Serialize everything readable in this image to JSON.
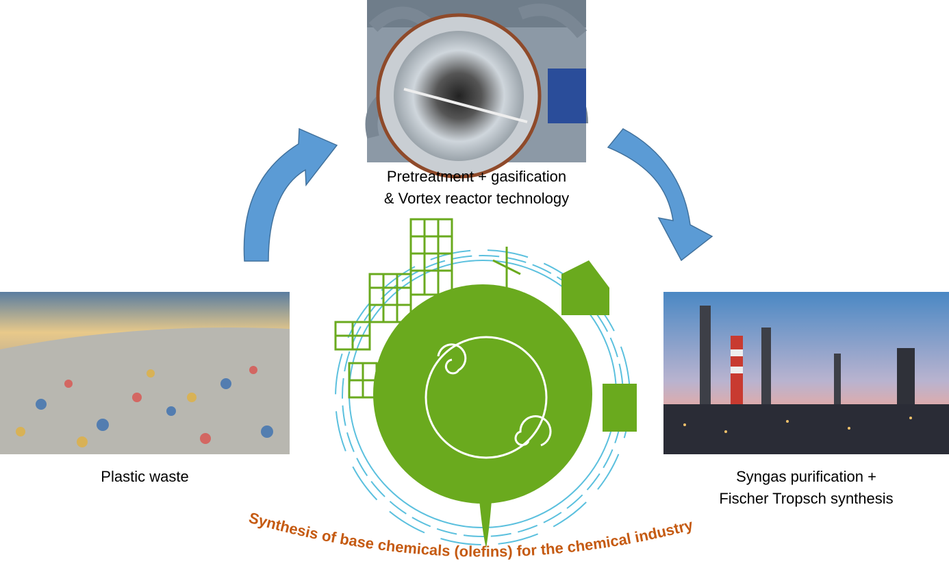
{
  "steps": {
    "top": {
      "line1": "Pretreatment + gasification",
      "line2": "& Vortex reactor technology"
    },
    "left": {
      "line1": "Plastic waste"
    },
    "right": {
      "line1": "Syngas purification +",
      "line2": "Fischer Tropsch synthesis"
    }
  },
  "caption": "Synthesis of base chemicals (olefins) for the chemical industry",
  "colors": {
    "arrow": "#5b9bd5",
    "globe": "#6aaa1e",
    "caption": "#c55a11",
    "rings": "#5bc0de"
  }
}
